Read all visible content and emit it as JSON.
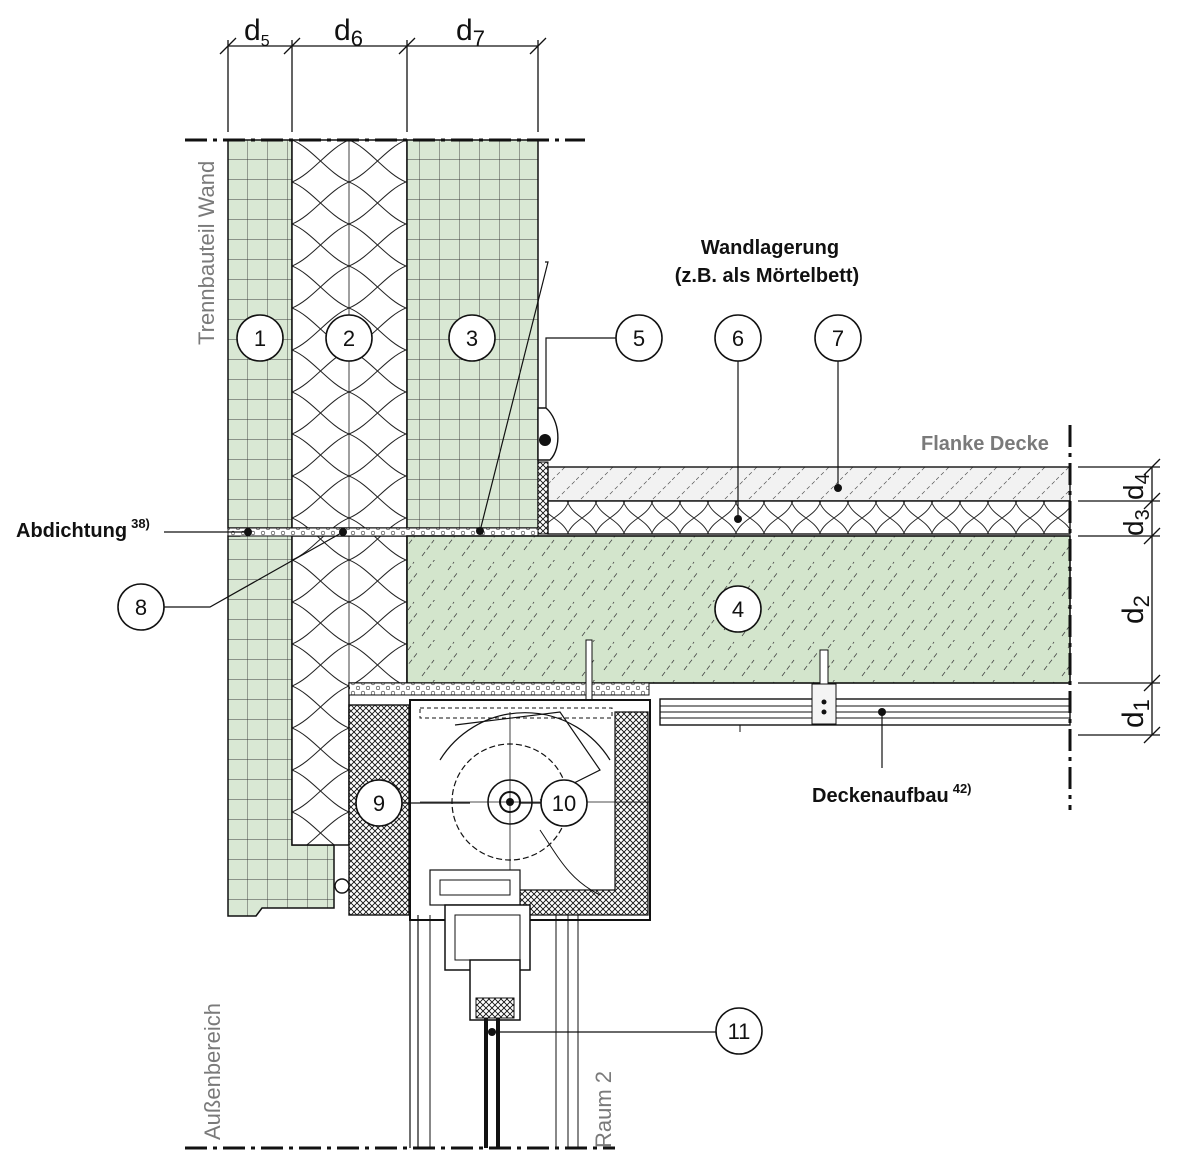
{
  "dimensions": {
    "d5": {
      "base": "d",
      "sub": "5"
    },
    "d6": {
      "base": "d",
      "sub": "6"
    },
    "d7": {
      "base": "d",
      "sub": "7"
    },
    "d1": {
      "base": "d",
      "sub": "1"
    },
    "d2": {
      "base": "d",
      "sub": "2"
    },
    "d3": {
      "base": "d",
      "sub": "3"
    },
    "d4": {
      "base": "d",
      "sub": "4"
    }
  },
  "labels": {
    "trennbauteil_wand": "Trennbauteil Wand",
    "wandlagerung_line1": "Wandlagerung",
    "wandlagerung_line2": "(z.B. als Mörtelbett)",
    "flanke_decke": "Flanke Decke",
    "abdichtung": "Abdichtung",
    "abdichtung_ref": "38)",
    "deckenaufbau": "Deckenaufbau",
    "deckenaufbau_ref": "42)",
    "aussenbereich": "Außenbereich",
    "raum2": "Raum 2"
  },
  "callouts": [
    "1",
    "2",
    "3",
    "4",
    "5",
    "6",
    "7",
    "8",
    "9",
    "10",
    "11"
  ],
  "colors": {
    "masonry_green": "#d9e8d4",
    "slab_green": "#d3e5cc",
    "line": "#111111",
    "label_grey": "#7a7a7a"
  }
}
